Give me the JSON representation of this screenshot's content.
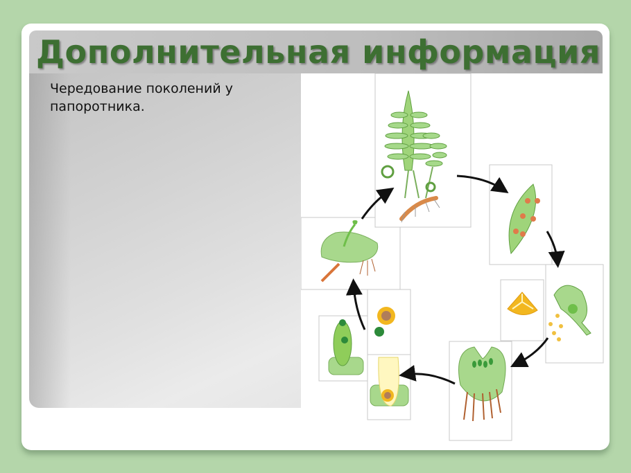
{
  "slide": {
    "title": "Дополнительная информация",
    "body_text": "Чередование поколений у папоротника.",
    "colors": {
      "background": "#b4d6aa",
      "title_text": "#3d6f32",
      "card": "#ffffff"
    }
  },
  "figure": {
    "description": "Fern life cycle diagram (alternation of generations)",
    "stages": [
      {
        "name": "sporophyte-fern"
      },
      {
        "name": "leaf-with-sori"
      },
      {
        "name": "sporangium-releasing-spores"
      },
      {
        "name": "spore"
      },
      {
        "name": "prothallus-gametophyte"
      },
      {
        "name": "archegonium-fertilization"
      },
      {
        "name": "young-sporophyte-on-prothallus"
      }
    ]
  }
}
